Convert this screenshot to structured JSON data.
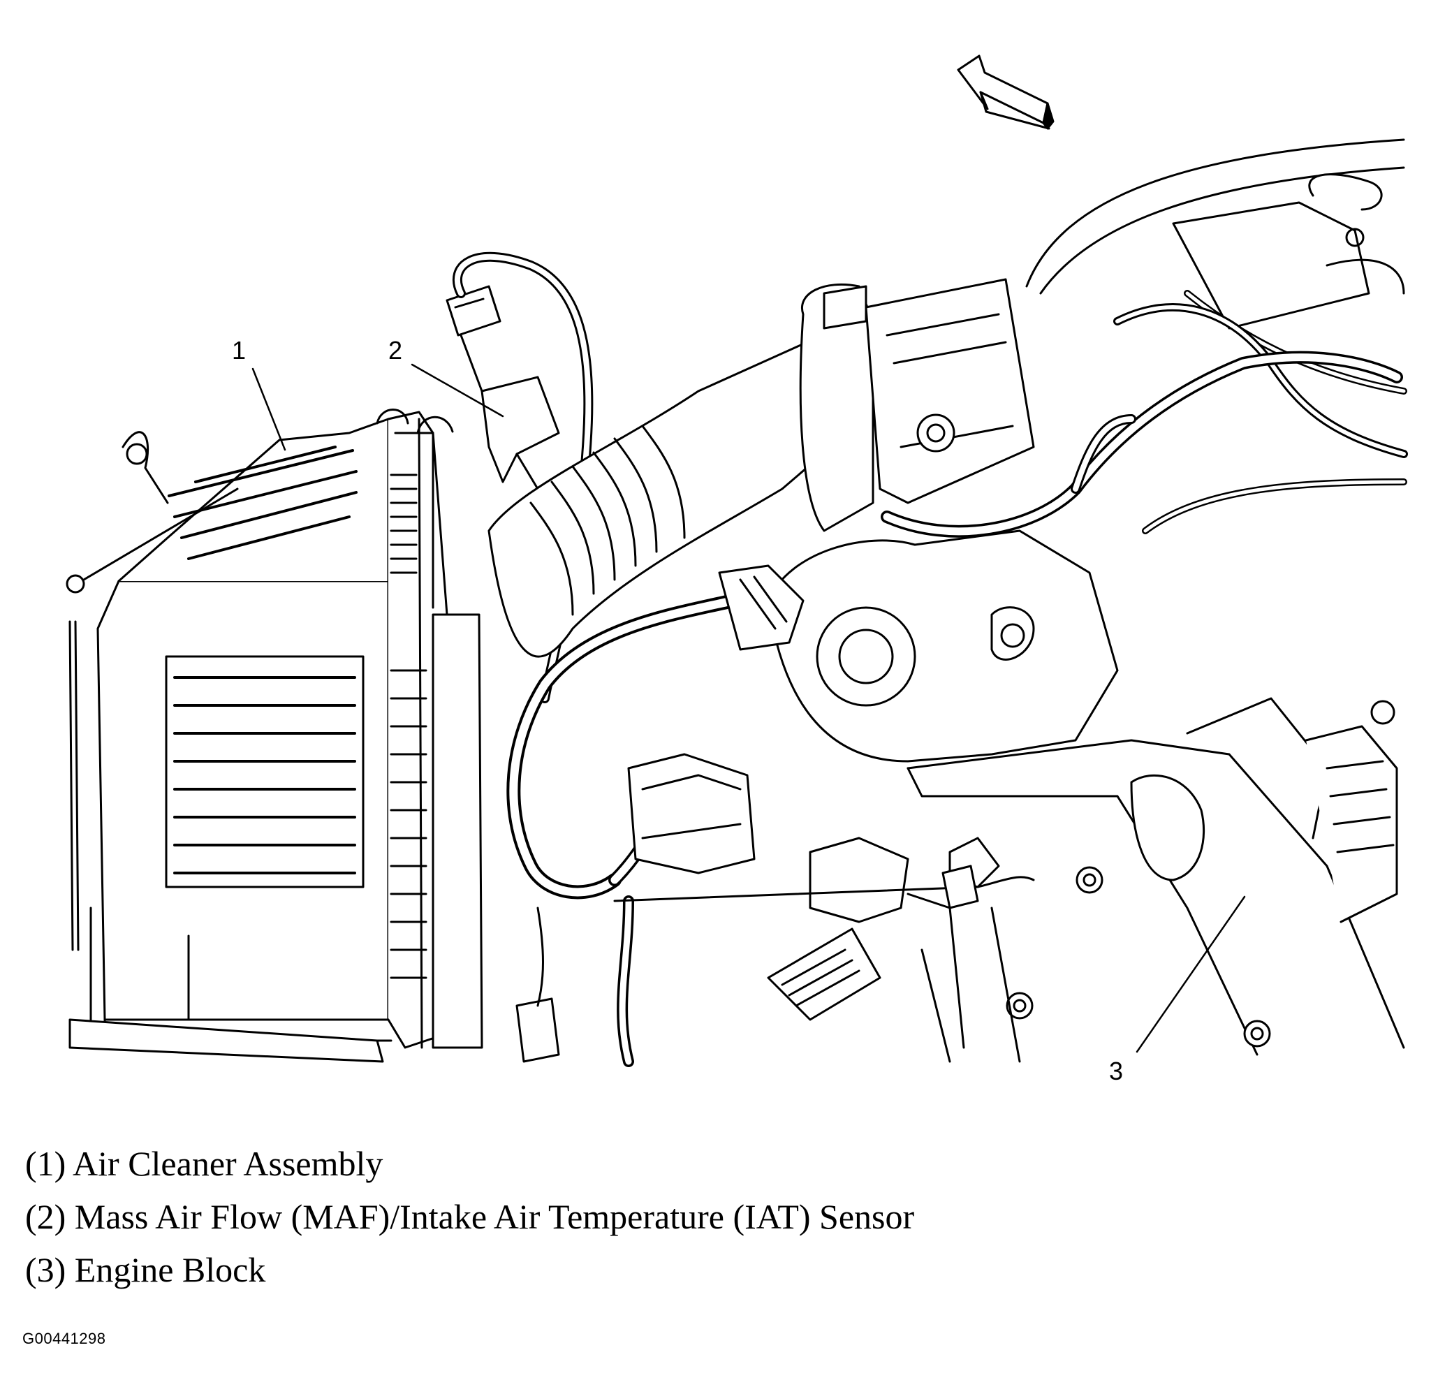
{
  "callouts": [
    {
      "number": "1",
      "label": "(1) Air Cleaner Assembly"
    },
    {
      "number": "2",
      "label": "(2) Mass Air Flow (MAF)/Intake Air Temperature (IAT) Sensor"
    },
    {
      "number": "3",
      "label": "(3) Engine Block"
    }
  ],
  "figure_id": "G00441298",
  "direction_arrow_icon": "forward-arrow-icon",
  "colors": {
    "line": "#000000",
    "background": "#ffffff"
  }
}
